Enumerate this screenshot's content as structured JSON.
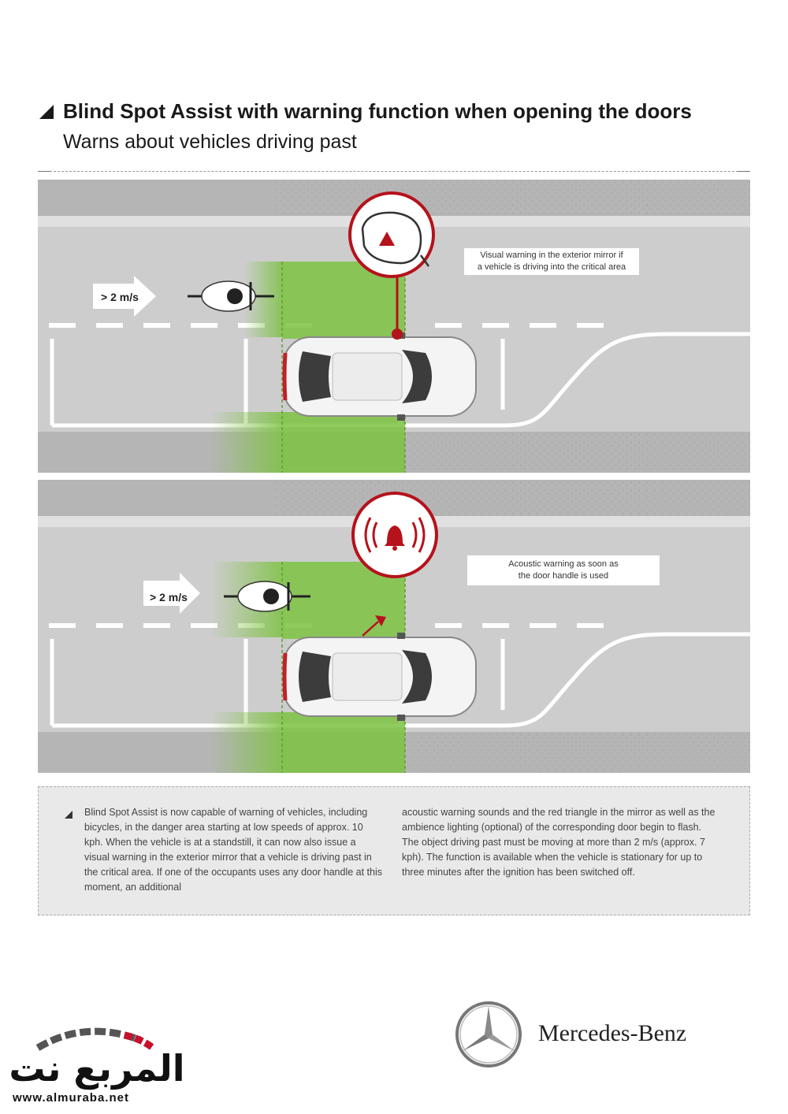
{
  "header": {
    "title": "Blind Spot Assist with warning function when opening the doors",
    "subtitle": "Warns about vehicles driving past"
  },
  "panel_top": {
    "speed_label": "> 2 m/s",
    "warning_label_line1": "Visual warning in the exterior mirror if",
    "warning_label_line2": "a vehicle is driving into the critical area",
    "icon": "mirror-warning-triangle-icon"
  },
  "panel_bottom": {
    "speed_label": "> 2 m/s",
    "warning_label_line1": "Acoustic warning as soon as",
    "warning_label_line2": "the door handle is used",
    "icon": "bell-sound-icon"
  },
  "description": {
    "column1": "Blind Spot Assist is now capable of warning of vehicles, including bicycles, in the danger area starting at low speeds of approx. 10 kph. When the vehicle is at a standstill, it can now also issue a visual warning in the exterior mirror that a vehicle is driving past in the critical area. If one of the occupants uses any door handle at this moment, an additional",
    "column2": "acoustic warning sounds and the red triangle in the mirror as well as the ambience lighting (optional) of the corresponding door begin to flash. The object driving past must be moving at more than 2 m/s (approx. 7 kph). The function is available when the vehicle is stationary for up to three minutes after the ignition has been switched off."
  },
  "branding": {
    "site_logo_text": "المربع نت",
    "site_url": "www.almuraba.net",
    "brand_name": "Mercedes-Benz"
  },
  "colors": {
    "accent_red": "#b5121b",
    "zone_green": "#7dc242",
    "road_gray": "#c9c9c9",
    "sidewalk_gray": "#b3b3b3"
  }
}
